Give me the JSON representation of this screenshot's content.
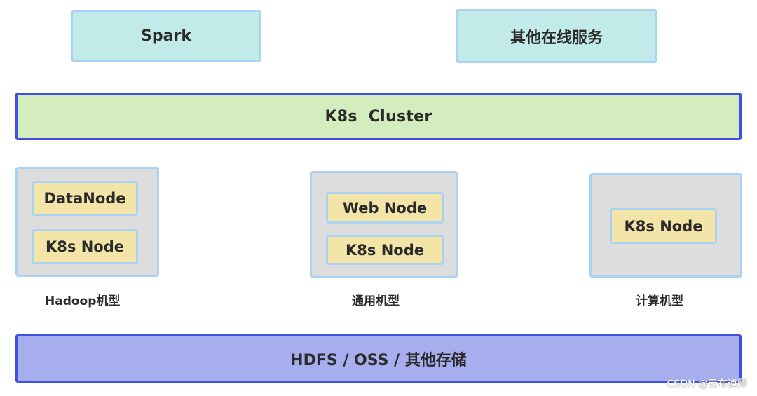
{
  "top_boxes": {
    "spark": "Spark",
    "other_services": "其他在线服务"
  },
  "cluster": {
    "label": "K8s  Cluster"
  },
  "machines": [
    {
      "label": "Hadoop机型",
      "nodes": [
        "DataNode",
        "K8s Node"
      ]
    },
    {
      "label": "通用机型",
      "nodes": [
        "Web Node",
        "K8s Node"
      ]
    },
    {
      "label": "计算机型",
      "nodes": [
        "K8s Node"
      ]
    }
  ],
  "storage": {
    "label": "HDFS / OSS / 其他存储"
  },
  "watermark": "CSDN @云布道师",
  "colors": {
    "top_box_fill": "#c2eae9",
    "cluster_fill": "#d5ecbe",
    "storage_fill": "#a7aeee",
    "node_fill": "#f3e4a8",
    "machine_fill": "#dddddd",
    "bar_border": "#3f50e0",
    "light_border": "#a9d2f5"
  }
}
